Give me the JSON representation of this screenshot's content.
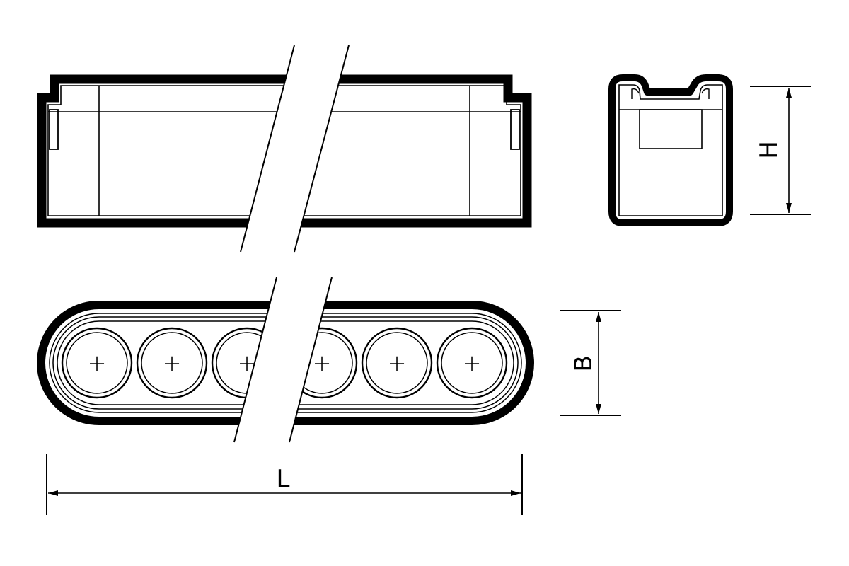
{
  "labels": {
    "length": "L",
    "height": "H",
    "width": "B"
  },
  "terminal_count": 6,
  "terminal_symbol": "+",
  "colors": {
    "ink": "#000000",
    "paper": "#ffffff"
  }
}
